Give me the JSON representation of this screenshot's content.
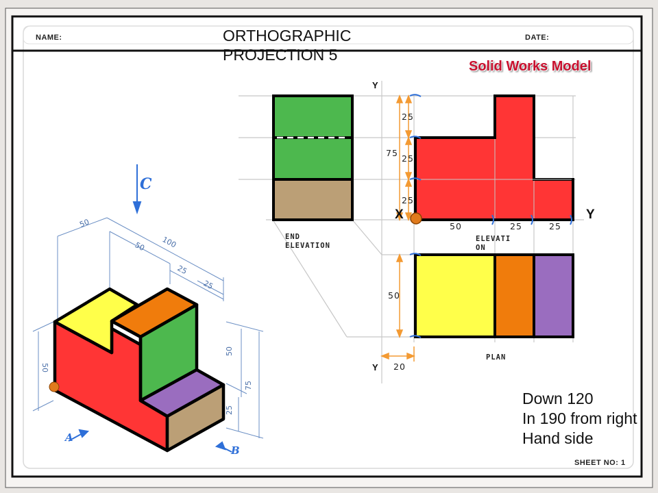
{
  "sheet": {
    "name_label": "NAME:",
    "date_label": "DATE:",
    "title": "ORTHOGRAPHIC\nPROJECTION  5",
    "sheet_no": "SHEET  NO: 1"
  },
  "brand": {
    "label": "Solid Works Model",
    "color": "#c8102e"
  },
  "views": {
    "end_elevation": "END\nELEVATION",
    "elevation": "ELEVATI\nON",
    "plan": "PLAN"
  },
  "axes": {
    "y_top": "Y",
    "y_bottom": "Y",
    "x": "X",
    "y_right": "Y"
  },
  "dimensions": {
    "vertical_25_a": "25",
    "vertical_25_b": "25",
    "vertical_25_c": "25",
    "vertical_75": "75",
    "horizontal_50": "50",
    "horizontal_25_a": "25",
    "horizontal_25_b": "25",
    "plan_depth_50": "50",
    "offset_20": "20"
  },
  "isometric": {
    "dims": [
      "50",
      "50",
      "100",
      "25",
      "25",
      "50",
      "50",
      "75",
      "25"
    ],
    "view_labels": {
      "a": "A",
      "b": "B",
      "c": "C"
    }
  },
  "note": "Down 120\nIn 190 from right\nHand side",
  "colors": {
    "red": "#ff3535",
    "green": "#4db84e",
    "yellow": "#ffff4a",
    "orange": "#f07c0c",
    "purple": "#9a6dbf",
    "tan": "#bb9f76",
    "dim_orange": "#f39a33",
    "dim_blue": "#2e6fd8",
    "grid": "#c7c7c7"
  }
}
